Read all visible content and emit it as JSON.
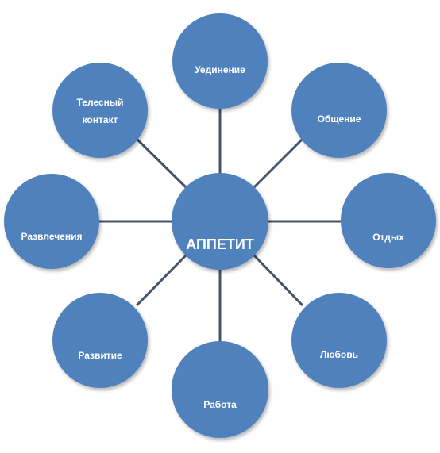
{
  "center": {
    "label": "АППЕТИТ"
  },
  "nodes": [
    {
      "label": "Уединение"
    },
    {
      "label": "Общение"
    },
    {
      "label": "Отдых"
    },
    {
      "label": "Любовь"
    },
    {
      "label": "Работа"
    },
    {
      "label": "Развитие"
    },
    {
      "label": "Развлечения"
    },
    {
      "label": "Телесный\nконтакт"
    }
  ],
  "colors": {
    "node_fill": "#4f81bd",
    "connector": "#44546a",
    "text": "#ffffff"
  }
}
